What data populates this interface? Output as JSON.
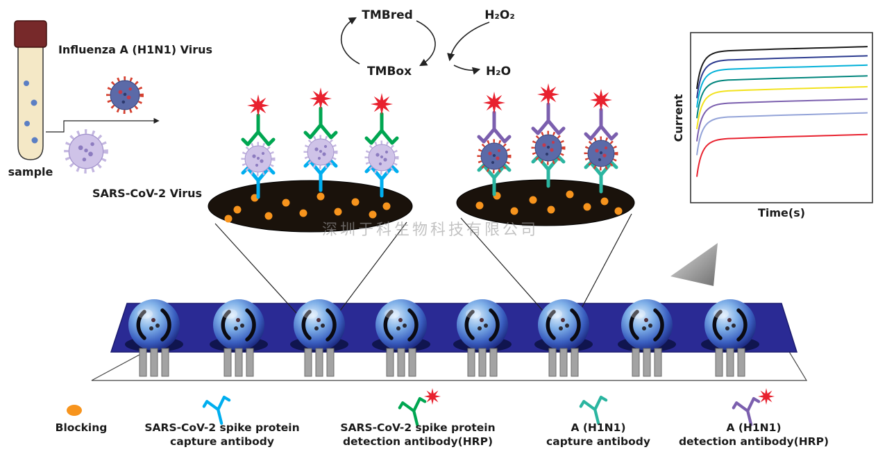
{
  "watermark": "深圳于科生物科技有限公司",
  "sample_section": {
    "tube_label": "sample",
    "influenza_virus_label": "Influenza A (H1N1) Virus",
    "sars_virus_label": "SARS-CoV-2 Virus"
  },
  "reaction_cycle": {
    "tmb_reduced": "TMBred",
    "tmb_oxidized": "TMBox",
    "peroxide": "H₂O₂",
    "water": "H₂O"
  },
  "chart_data": {
    "type": "line",
    "title": "",
    "ylabel": "Current",
    "xlabel": "Time(s)",
    "grid": false,
    "legend_position": "none",
    "series": [
      {
        "color": "#1a1a1a",
        "relative_plateau": 0.95
      },
      {
        "color": "#2b3a8f",
        "relative_plateau": 0.89
      },
      {
        "color": "#00b0d8",
        "relative_plateau": 0.83
      },
      {
        "color": "#00857c",
        "relative_plateau": 0.76
      },
      {
        "color": "#f2e21c",
        "relative_plateau": 0.69
      },
      {
        "color": "#7b5fae",
        "relative_plateau": 0.61
      },
      {
        "color": "#93a3d8",
        "relative_plateau": 0.52
      },
      {
        "color": "#e8212e",
        "relative_plateau": 0.38
      }
    ]
  },
  "legend": {
    "blocking": {
      "label": "Blocking"
    },
    "sars_capture": {
      "line1": "SARS-CoV-2 spike protein",
      "line2": "capture antibody"
    },
    "sars_detection": {
      "line1": "SARS-CoV-2 spike protein",
      "line2": "detection antibody(HRP)"
    },
    "h1n1_capture": {
      "line1": "A (H1N1)",
      "line2": "capture antibody"
    },
    "h1n1_detection": {
      "line1": "A (H1N1)",
      "line2": "detection antibody(HRP)"
    }
  },
  "colors": {
    "sars_capture_antibody": "#00aeef",
    "sars_detection_antibody": "#00a651",
    "h1n1_capture_antibody": "#2bb5a0",
    "h1n1_detection_antibody": "#7b5fae",
    "hrp_star": "#e8212e",
    "blocking": "#f7941d",
    "chip_strip": "#2a2a94",
    "electrode": "#1a120b"
  }
}
